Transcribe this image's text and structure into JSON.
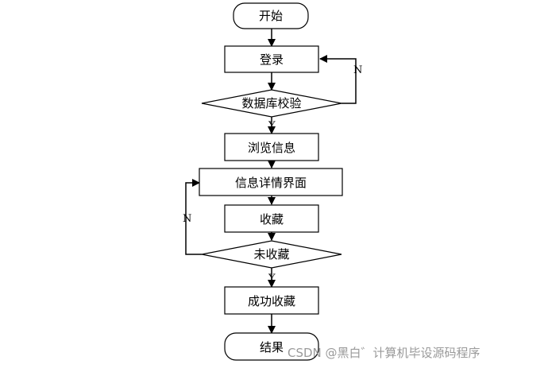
{
  "nodes": {
    "start": "开始",
    "login": "登录",
    "db_check": "数据库校验",
    "browse": "浏览信息",
    "detail": "信息详情界面",
    "favorite": "收藏",
    "not_favorited": "未收藏",
    "fav_success": "成功收藏",
    "end": "结果"
  },
  "edges": {
    "db_check_no": "N",
    "db_check_yes": "Y",
    "not_favorited_no": "N",
    "not_favorited_yes": "Y"
  },
  "watermark": "CSDN @黑白゛计算机毕设源码程序"
}
